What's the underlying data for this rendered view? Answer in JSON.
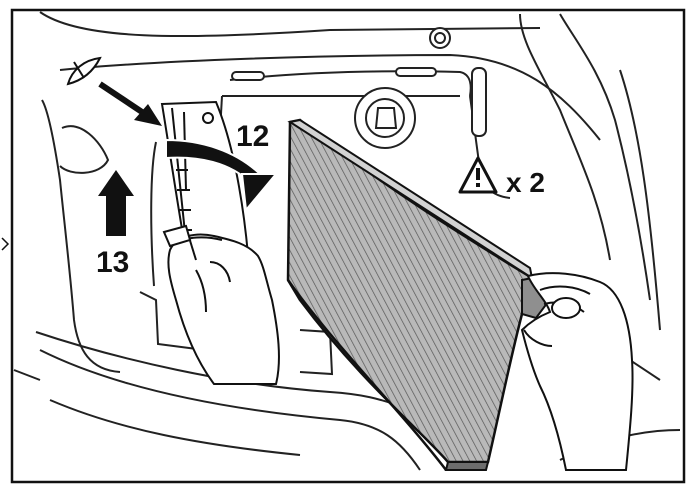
{
  "figure": {
    "step_labels": {
      "swing_arrow": "12",
      "lift_arrow": "13"
    },
    "warning": {
      "icon": "warning-triangle-icon",
      "multiplier": "x 2"
    },
    "colors": {
      "line": "#111111",
      "filter_fill": "#8f8f8f",
      "filter_frame": "#d2d2d2",
      "background": "#ffffff"
    }
  }
}
